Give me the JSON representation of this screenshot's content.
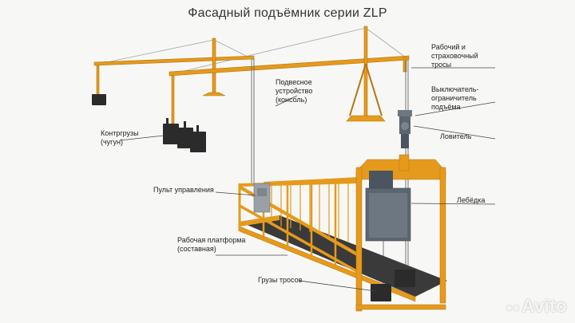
{
  "title": "Фасадный подъёмник серии ZLP",
  "labels": {
    "ropes": [
      "Рабочий и",
      "страховочный",
      "тросы"
    ],
    "limit_switch": [
      "Выключатель-",
      "ограничитель",
      "подъёма"
    ],
    "safety_lock": "Ловитель",
    "winch": "Лебёдка",
    "suspension": [
      "Подвесное",
      "устройство",
      "(консоль)"
    ],
    "counterweights": [
      "Контргрузы",
      "(чугун)"
    ],
    "control_panel": "Пульт управления",
    "platform": [
      "Рабочая платформа",
      "(составная)"
    ],
    "rope_weights": "Грузы тросов"
  },
  "watermark": "Avito",
  "colors": {
    "frame": "#e59a1c",
    "frame_dark": "#b8730f",
    "steel": "#5c6670",
    "weight": "#2b2b2b",
    "line": "#444444"
  }
}
